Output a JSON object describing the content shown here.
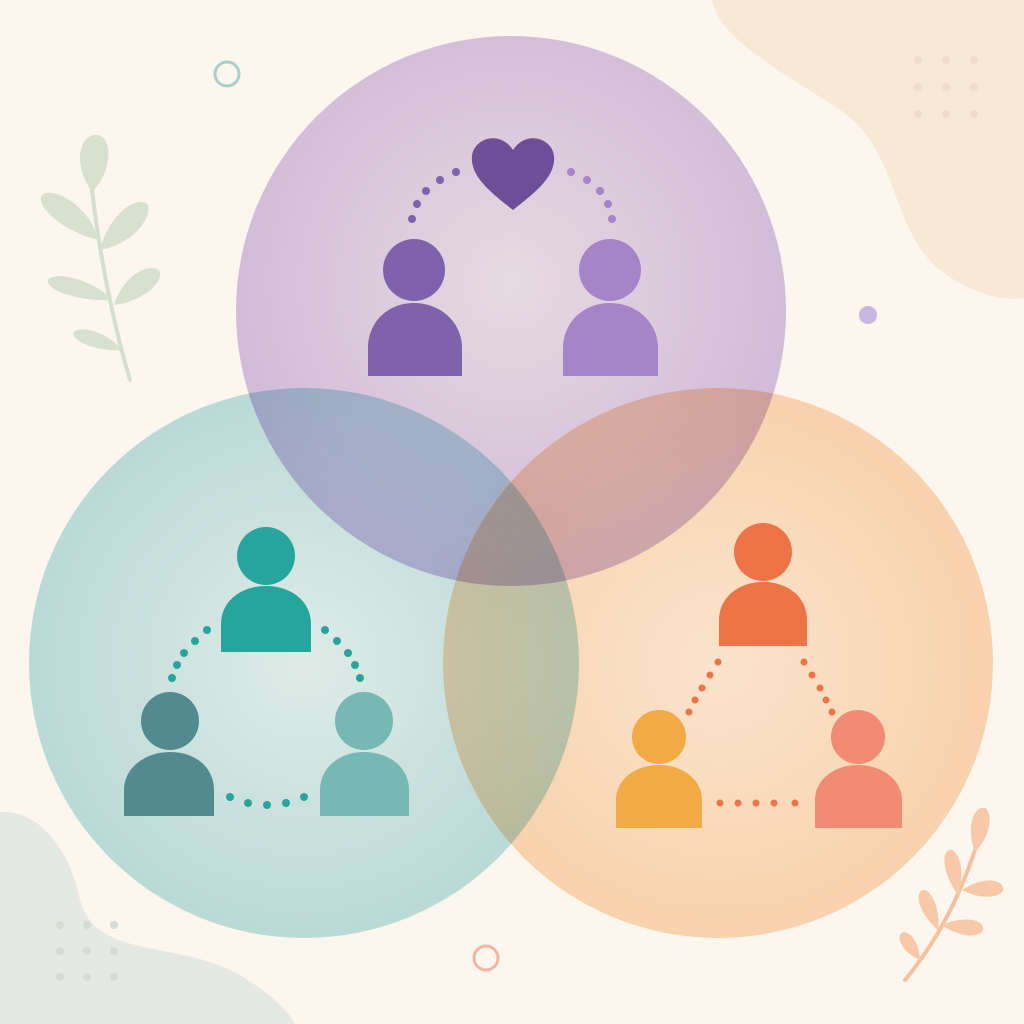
{
  "colors": {
    "background": "#fcf6ee",
    "blob_top_right": "#f8e8d6",
    "blob_bottom_left": "#e2e6e0",
    "circle_purple": "#c6aee0",
    "circle_teal": "#a9d2d0",
    "circle_orange": "#fbd1a6",
    "purple_dark": "#6d4f97",
    "purple_mid": "#7e62ac",
    "purple_light": "#a585c8",
    "teal_dark": "#528a8f",
    "teal_mid": "#26a59d",
    "teal_light": "#76b8b3",
    "orange_dark": "#ec7446",
    "orange_yellow": "#f1aa44",
    "orange_salmon": "#f28b74",
    "leaf_green": "#cdd9c6",
    "leaf_orange": "#f5c3a0"
  },
  "groups": [
    {
      "name": "couple",
      "circle": "purple",
      "members": 2,
      "connector": "heart",
      "icon": "heart-icon"
    },
    {
      "name": "friends-group",
      "circle": "teal",
      "members": 3,
      "connector": "dotted-triangle"
    },
    {
      "name": "family-group",
      "circle": "orange",
      "members": 3,
      "connector": "dotted-triangle"
    }
  ],
  "decorations": [
    "leaf-sprig-icon",
    "leaf-sprig-icon",
    "ring-icon",
    "ring-icon",
    "dot-icon",
    "dot-grid"
  ]
}
